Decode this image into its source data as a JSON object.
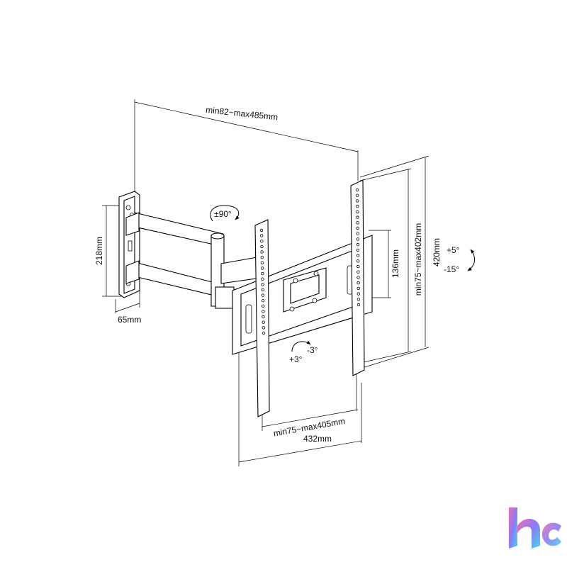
{
  "diagram": {
    "dimensions": {
      "arm_extension": "min82~max485mm",
      "wall_plate_height": "218mm",
      "wall_plate_width": "65mm",
      "bracket_height_inner": "136mm",
      "vertical_vesa": "min75~max402mm",
      "total_height": "420mm",
      "horizontal_vesa": "min75~max405mm",
      "total_width": "432mm"
    },
    "angles": {
      "swivel": "±90°",
      "tilt_up": "+5°",
      "tilt_down": "-15°",
      "rotate_plus": "+3°",
      "rotate_minus": "-3°"
    }
  },
  "logo": {
    "text": "hc",
    "colors": [
      "#f06ab4",
      "#8a7cf4",
      "#46d6ee"
    ]
  }
}
